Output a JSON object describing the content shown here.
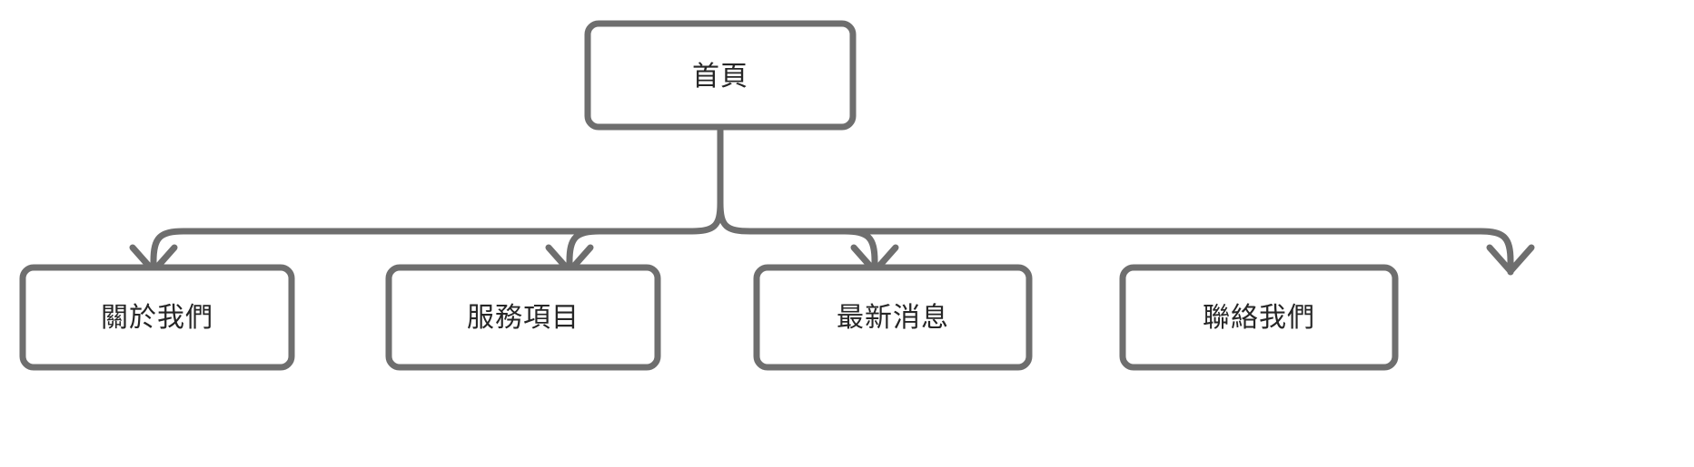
{
  "diagram": {
    "type": "sitemap-flowchart",
    "orientation": "top-down",
    "colors": {
      "node_border": "#6e6e6e",
      "node_fill": "#ffffff",
      "edge": "#6e6e6e",
      "text": "#262626",
      "background": "#ffffff"
    },
    "root": {
      "id": "home",
      "label": "首頁"
    },
    "children": [
      {
        "id": "about",
        "label": "關於我們"
      },
      {
        "id": "services",
        "label": "服務項目"
      },
      {
        "id": "news",
        "label": "最新消息"
      },
      {
        "id": "contact",
        "label": "聯絡我們"
      }
    ],
    "edges": [
      {
        "from": "首頁",
        "to": "關於我們",
        "arrow": "down"
      },
      {
        "from": "首頁",
        "to": "服務項目",
        "arrow": "down"
      },
      {
        "from": "首頁",
        "to": "最新消息",
        "arrow": "down"
      },
      {
        "from": "首頁",
        "to": "聯絡我們",
        "arrow": "down"
      }
    ]
  }
}
